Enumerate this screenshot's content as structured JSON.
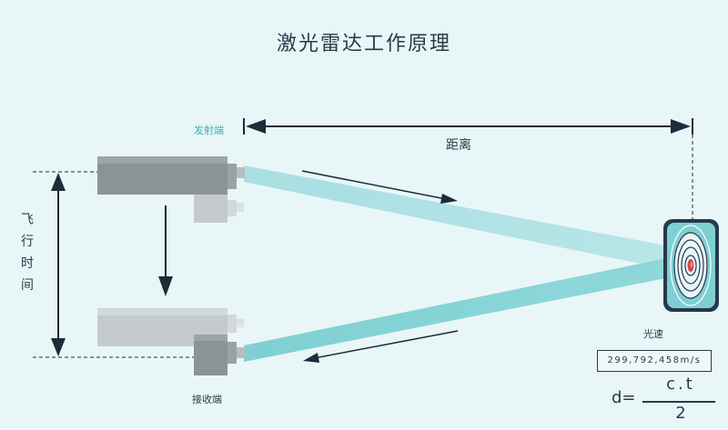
{
  "title": "激光雷达工作原理",
  "labels": {
    "emitter": "发射端",
    "receiver": "接收端",
    "distance": "距离",
    "flight_time": "飞行时间",
    "speed_of_light": "光速"
  },
  "speed_value": "299,792,458m/s",
  "formula": {
    "lhs": "d=",
    "numerator": "c.t",
    "denominator": "2"
  },
  "colors": {
    "background": "#e9f6f8",
    "beam": "#9fdcdf",
    "dark_arrow": "#1d2b3a",
    "device_dark": "#8c9396",
    "device_light": "#c5cbcd",
    "target_fill": "#7ecfd3",
    "accent_text": "#3ab3b8"
  }
}
